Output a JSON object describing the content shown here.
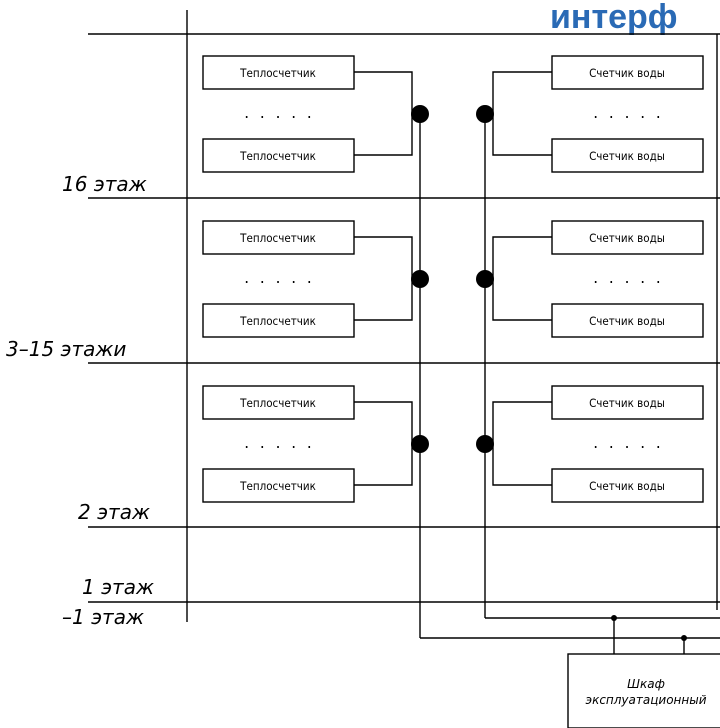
{
  "title": "интерф",
  "floors": [
    {
      "label": "16  этаж"
    },
    {
      "label": "3–15  этажи"
    },
    {
      "label": "2  этаж"
    },
    {
      "label": "1  этаж"
    },
    {
      "label": "–1  этаж"
    }
  ],
  "heat_meter_label": "Теплосчетчик",
  "water_meter_label": "Счетчик воды",
  "ellipsis": ". . . . .",
  "cabinet": {
    "line1": "Шкаф",
    "line2": "эксплуатационный"
  }
}
